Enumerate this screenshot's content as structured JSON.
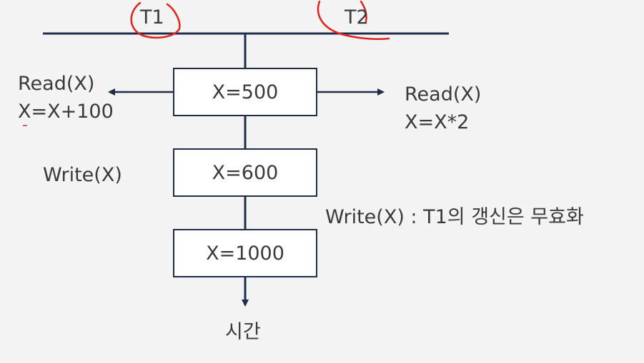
{
  "timeline": {
    "t1_label": "T1",
    "t2_label": "T2",
    "time_label": "시간"
  },
  "boxes": [
    {
      "value": "X=500"
    },
    {
      "value": "X=600"
    },
    {
      "value": "X=1000"
    }
  ],
  "t1_ops": {
    "read": "Read(X)",
    "compute": "X=X+100",
    "write": "Write(X)"
  },
  "t2_ops": {
    "read": "Read(X)",
    "compute": "X=X*2",
    "write_note": "Write(X) : T1의 갱신은 무효화"
  },
  "colors": {
    "line": "#1f2d4a",
    "annotation": "#e0241b",
    "text": "#3a3a3a",
    "background": "#f3f3f3"
  }
}
